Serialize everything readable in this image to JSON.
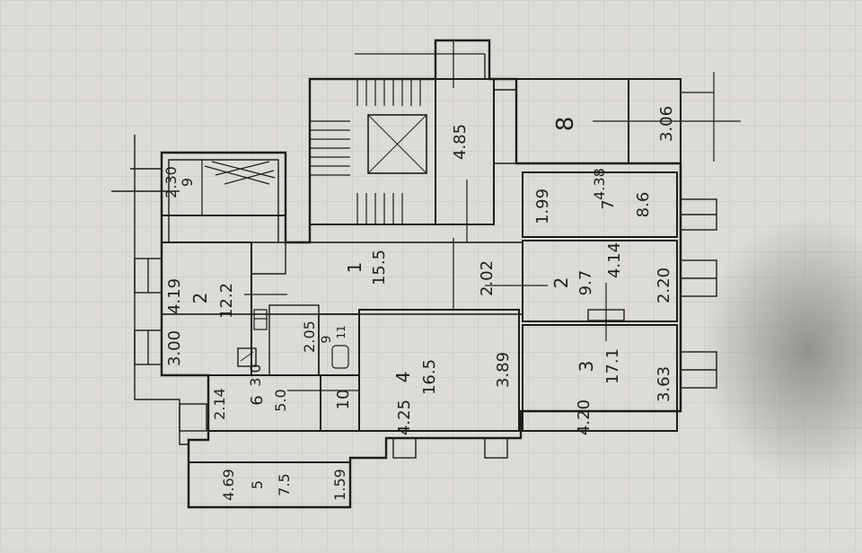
{
  "rooms": [
    {
      "id": "1",
      "area": "15.5",
      "dims": [
        "2.02"
      ]
    },
    {
      "id": "2",
      "area": "12.2",
      "dims": [
        "4.19",
        "3.00"
      ]
    },
    {
      "id": "2",
      "area": "9.7",
      "dims": [
        "4.14",
        "2.20"
      ]
    },
    {
      "id": "3",
      "area": "17.1",
      "dims": [
        "4.20",
        "3.63"
      ]
    },
    {
      "id": "4",
      "area": "16.5",
      "dims": [
        "4.25",
        "3.89"
      ]
    },
    {
      "id": "6",
      "area": "5.0",
      "dims": [
        "2.14"
      ]
    },
    {
      "id": "7",
      "area": "8.6",
      "dims": [
        "4.38",
        "1.99"
      ]
    },
    {
      "id": "10",
      "area": "",
      "dims": []
    },
    {
      "id": "5",
      "area": "7.5",
      "dims": [
        "4.69",
        "1.59"
      ]
    },
    {
      "id": "9",
      "area": "",
      "dims": []
    }
  ],
  "other_labels": {
    "stair_right_dim": "4.85",
    "top_right_room_label": "8",
    "top_right_dim": "3.06",
    "left_stair_dim": "2.30",
    "left_stair_label": "9",
    "corridor_dim": "2.05",
    "wc_label": "11",
    "room_wc_dim": "3.0"
  }
}
